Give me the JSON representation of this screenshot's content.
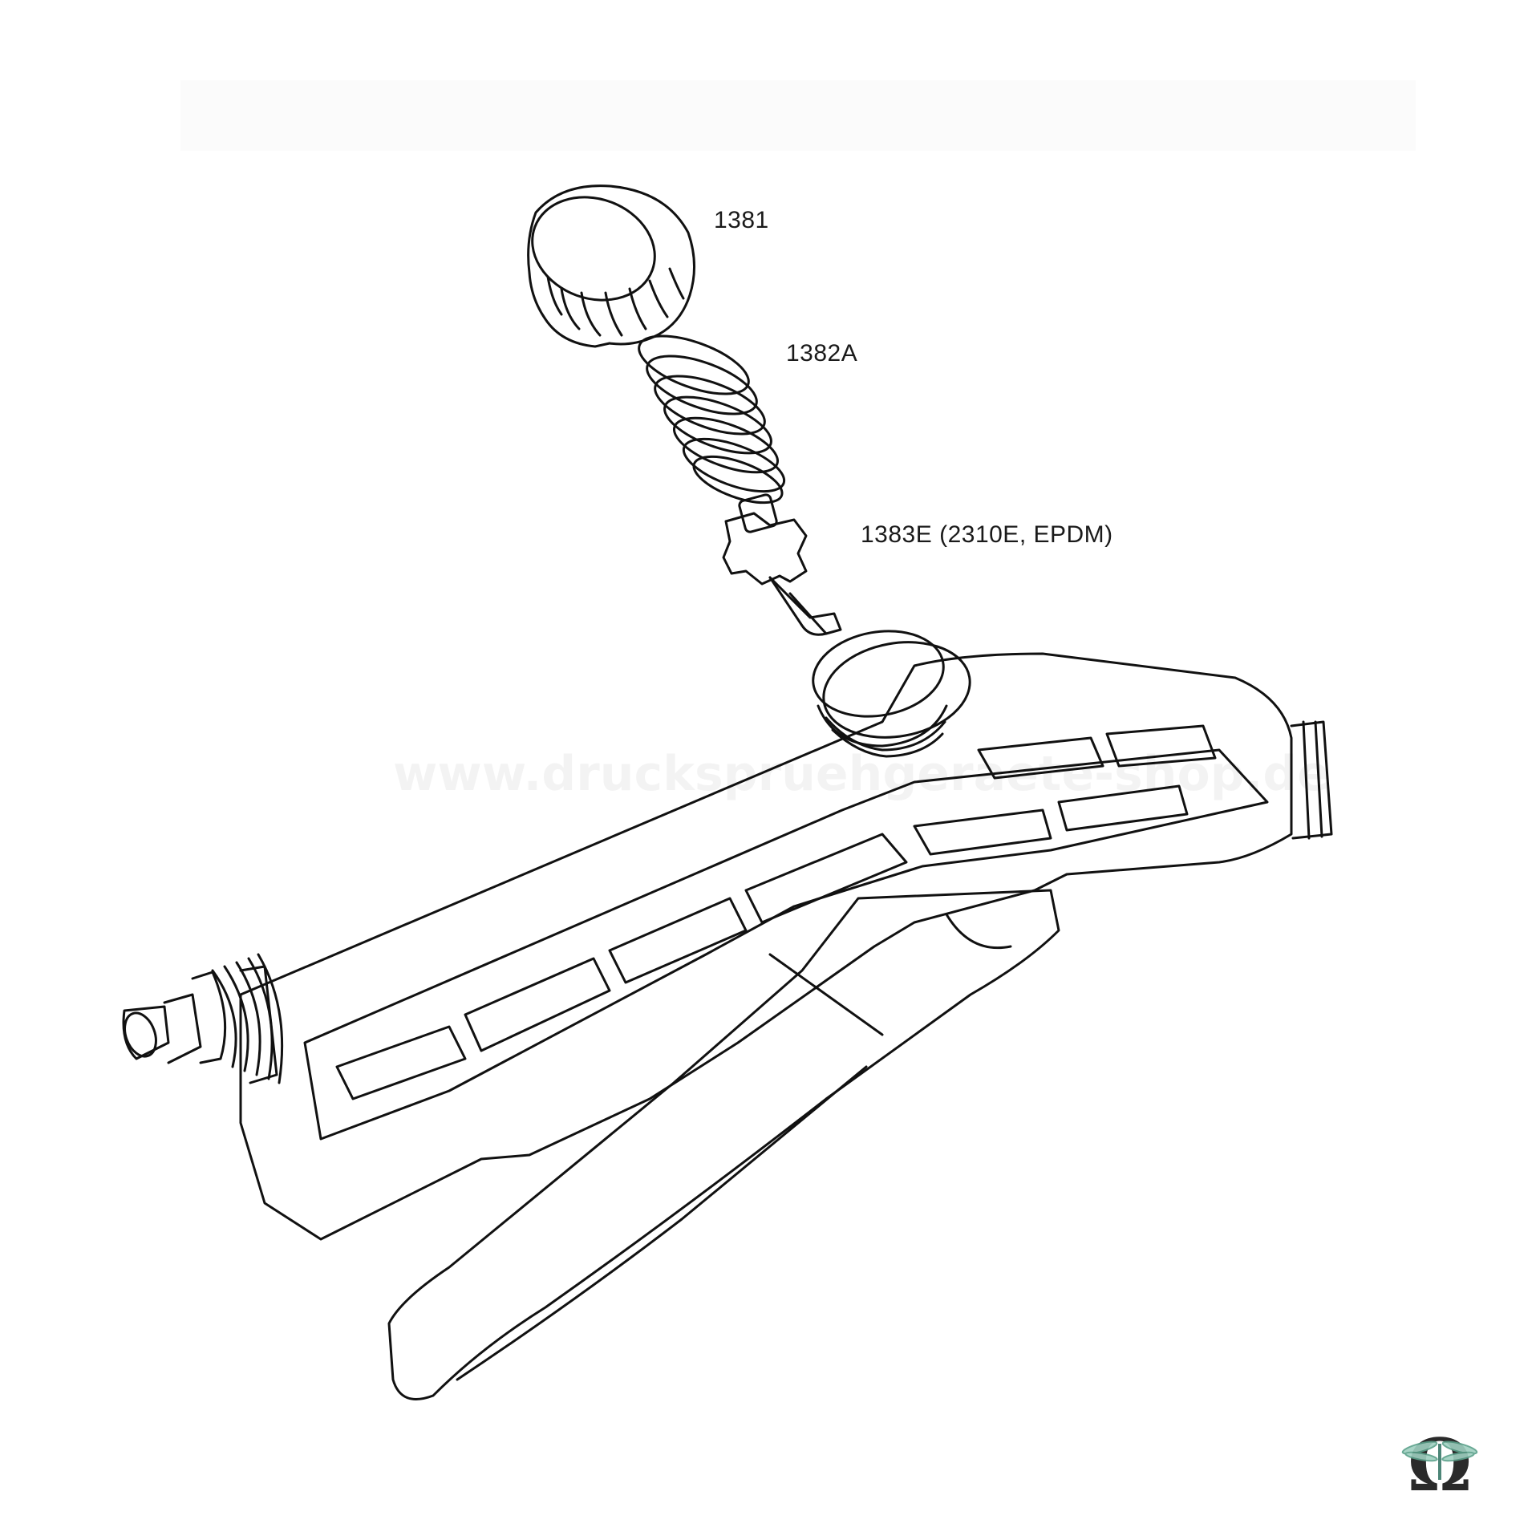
{
  "parts": {
    "p1381": "1381",
    "p1382a": "1382A",
    "p1383e": "1383E (2310E, EPDM)"
  },
  "watermark": "www.druckspruehgeraete-shop.de",
  "logo": {
    "glyph": "Ω",
    "icon": "dragonfly-icon",
    "color": "#2a2a2a",
    "accent": "#5aa08a"
  }
}
